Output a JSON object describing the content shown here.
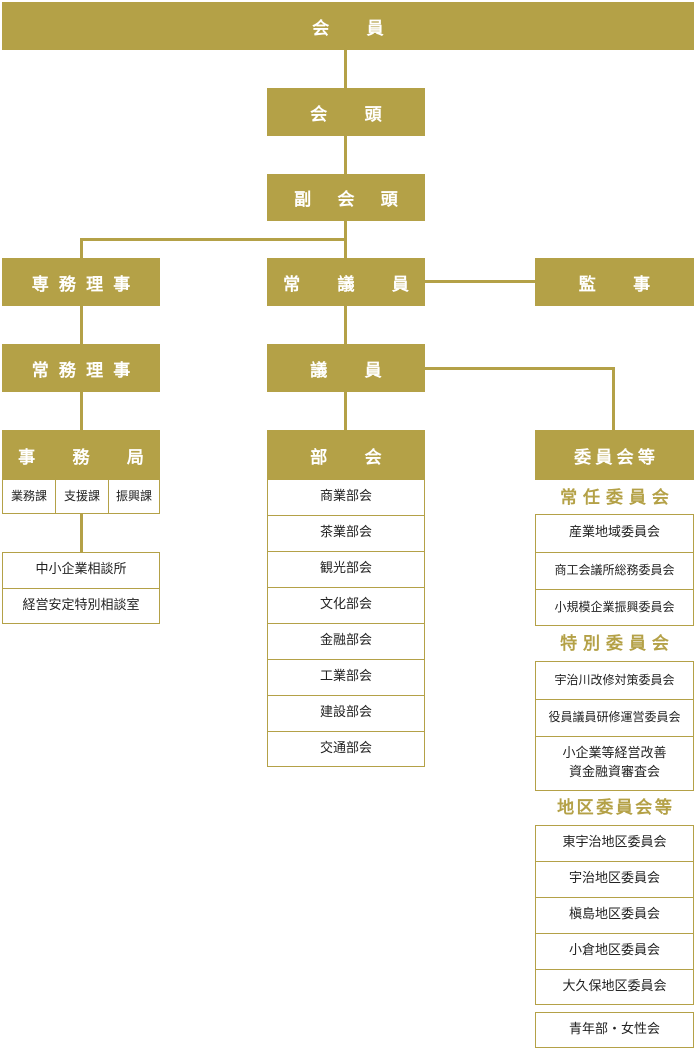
{
  "top": "会　員",
  "kaito": "会　頭",
  "fukukaito": "副 会 頭",
  "senmu": "専務理事",
  "joumu": "常務理事",
  "jimukyoku": {
    "title": "事　務　局",
    "sections": [
      "業務課",
      "支援課",
      "振興課"
    ],
    "attached": [
      "中小企業相談所",
      "経営安定特別相談室"
    ]
  },
  "jougiin": "常　議　員",
  "kanji": "監　事",
  "giin": "議　員",
  "bukai": {
    "title": "部　会",
    "items": [
      "商業部会",
      "茶業部会",
      "観光部会",
      "文化部会",
      "金融部会",
      "工業部会",
      "建設部会",
      "交通部会"
    ]
  },
  "iinkai": {
    "title": "委員会等",
    "standing": {
      "title": "常任委員会",
      "items": [
        "産業地域委員会",
        "商工会議所総務委員会",
        "小規模企業振興委員会"
      ]
    },
    "special": {
      "title": "特別委員会",
      "items": [
        "宇治川改修対策委員会",
        "役員議員研修運営委員会",
        "小企業等経営改善\n資金融資審査会"
      ]
    },
    "district": {
      "title": "地区委員会等",
      "items": [
        "東宇治地区委員会",
        "宇治地区委員会",
        "槇島地区委員会",
        "小倉地区委員会",
        "大久保地区委員会"
      ]
    },
    "youth": "青年部・女性会"
  },
  "colors": {
    "accent": "#b4a147",
    "text": "#222222"
  }
}
